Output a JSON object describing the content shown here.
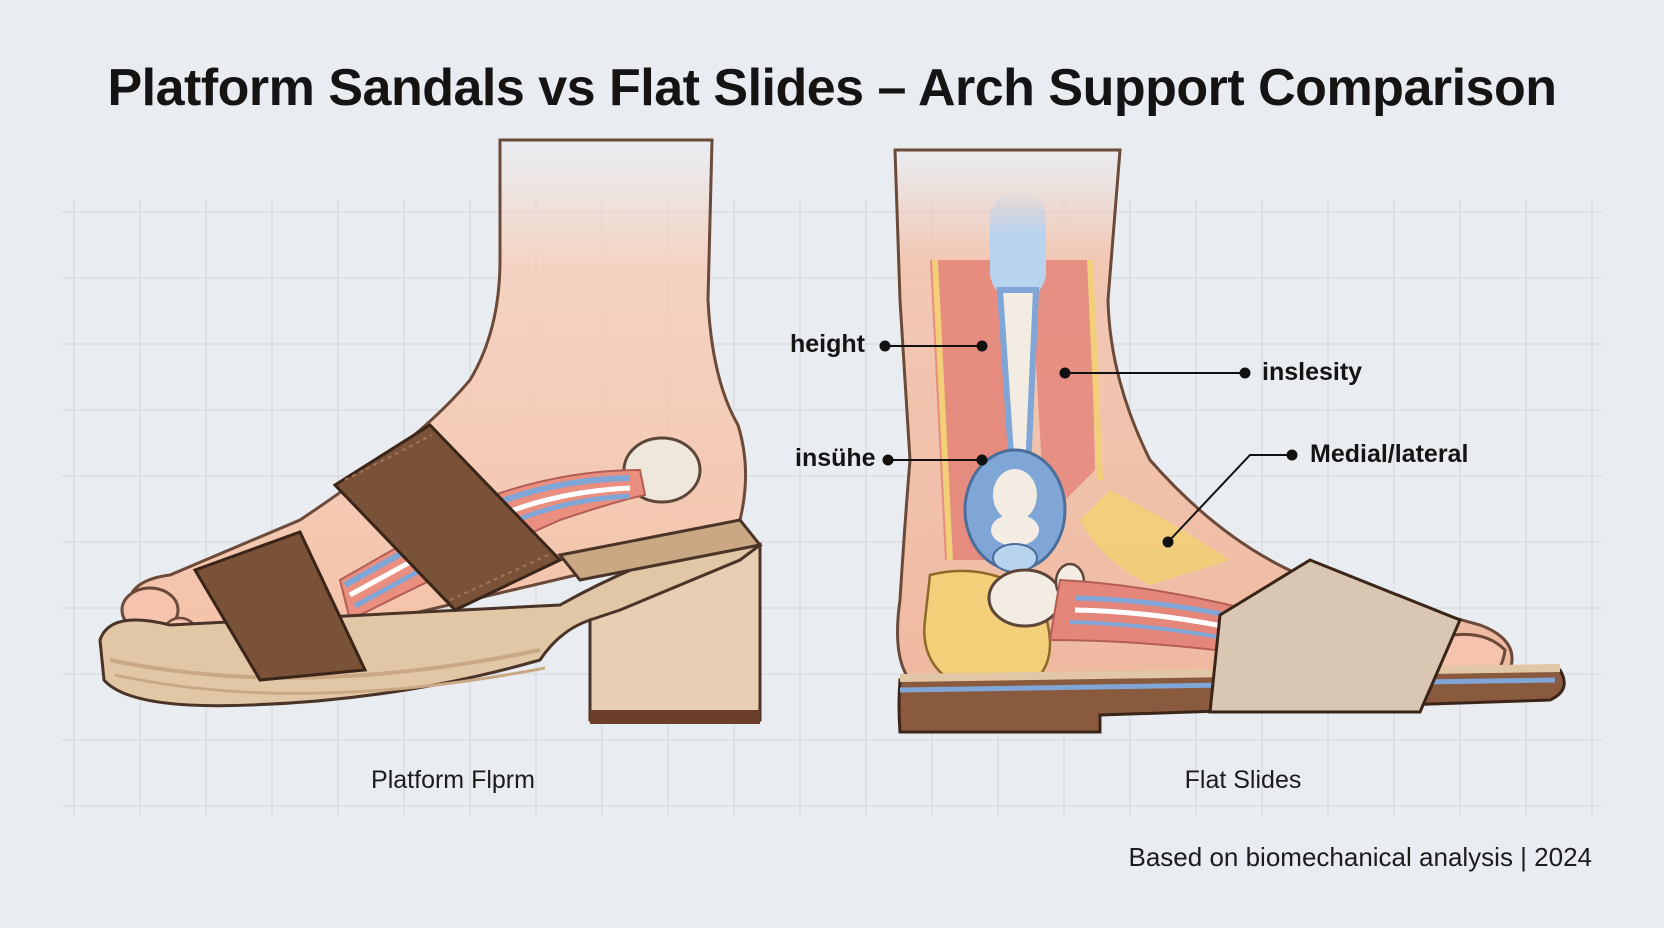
{
  "title": "Platform Sandals vs Flat Slides – Arch Support Comparison",
  "panels": {
    "left": {
      "caption": "Platform Flprm"
    },
    "right": {
      "caption": "Flat Slides"
    }
  },
  "callouts": {
    "height": "height",
    "insuhe": "insühe",
    "inslesity": "inslesity",
    "medial_lateral": "Medial/lateral"
  },
  "footnote": "Based on biomechanical analysis | 2024",
  "colors": {
    "background": "#e9ecf0",
    "grid": "#d6dae0",
    "skin": "#f6c8b0",
    "muscle": "#e9877a",
    "tendon_blue": "#7fa6d6",
    "strap_brown": "#7a5238",
    "sole_tan": "#e2c7a6",
    "slide_strap": "#d9c7b3"
  },
  "icons": [
    "leader-dot-icon"
  ]
}
